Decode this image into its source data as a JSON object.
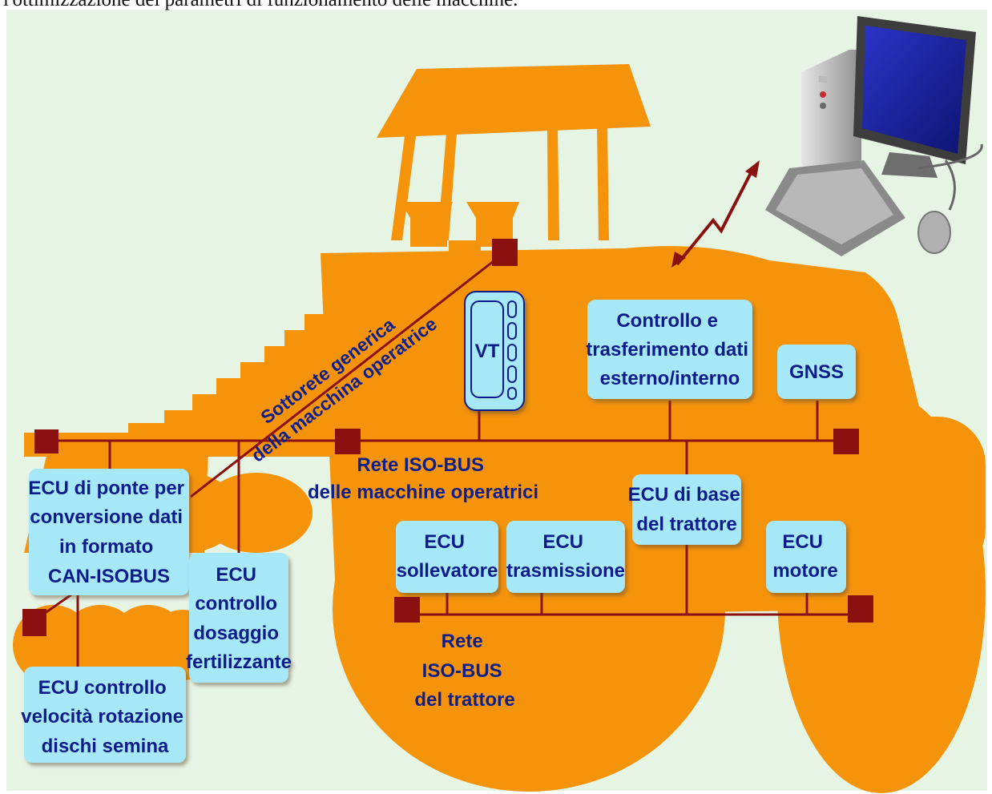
{
  "caption": "l'ottimizzazione dei parametri di funzionamento delle macchine.",
  "colors": {
    "background": "#e6f4e4",
    "tractor": "#f5930b",
    "bus": "#8b1010",
    "box_fill": "#a6e7f8",
    "box_text": "#0d1f8a"
  },
  "subnet_label": [
    "Sottorete generica",
    "della macchina operatrice"
  ],
  "implement_bus_label": [
    "Rete ISO-BUS",
    "delle macchine operatrici"
  ],
  "tractor_bus_label": [
    "Rete",
    "ISO-BUS",
    "del trattore"
  ],
  "vt_label": "VT",
  "boxes": {
    "control": [
      "Controllo e",
      "trasferimento dati",
      "esterno/interno"
    ],
    "gnss": [
      "GNSS"
    ],
    "ecu_bridge": [
      "ECU di ponte per",
      "conversione dati",
      "in formato",
      "CAN-ISOBUS"
    ],
    "ecu_fert": [
      "ECU",
      "controllo",
      "dosaggio",
      "fertilizzante"
    ],
    "ecu_seed": [
      "ECU controllo",
      "velocità rotazione",
      "dischi semina"
    ],
    "ecu_base": [
      "ECU di base",
      "del trattore"
    ],
    "ecu_lift": [
      "ECU",
      "sollevatore"
    ],
    "ecu_trans": [
      "ECU",
      "trasmissione"
    ],
    "ecu_motor": [
      "ECU",
      "motore"
    ]
  },
  "icons": {
    "computer": "desktop-computer-icon",
    "wireless": "wireless-link-icon",
    "terminal": "virtual-terminal-icon"
  }
}
